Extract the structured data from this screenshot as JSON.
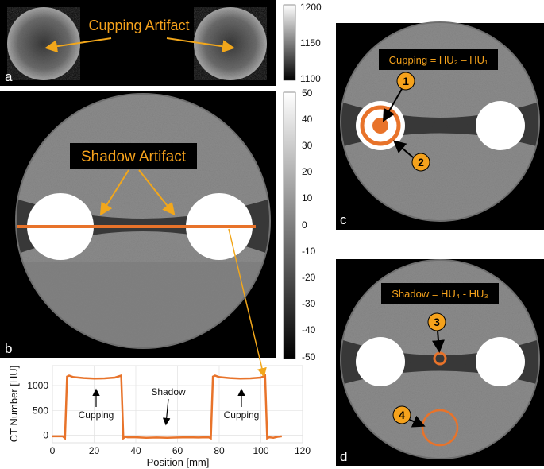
{
  "panels": {
    "a": {
      "letter": "a",
      "annotation": "Cupping Artifact",
      "colorbar_ticks": [
        "1200",
        "1150",
        "1100"
      ]
    },
    "b": {
      "letter": "b",
      "annotation": "Shadow Artifact",
      "colorbar_ticks": [
        "50",
        "40",
        "30",
        "20",
        "10",
        "0",
        "-10",
        "-20",
        "-30",
        "-40",
        "-50"
      ]
    },
    "c": {
      "letter": "c",
      "formula": "Cupping = HU₂ – HU₁",
      "badges": [
        "1",
        "2"
      ]
    },
    "d": {
      "letter": "d",
      "formula": "Shadow = HU₄ - HU₃",
      "badges": [
        "3",
        "4"
      ]
    }
  },
  "colors": {
    "accent_orange": "#e8732a",
    "arrow_gold": "#f2a71b",
    "badge_fill": "#f5a21c",
    "background_black": "#000000"
  },
  "chart_data": {
    "type": "line",
    "xlabel": "Position [mm]",
    "ylabel": "CT Number [HU]",
    "xlim": [
      0,
      120
    ],
    "ylim": [
      -150,
      1400
    ],
    "xticks": [
      0,
      20,
      40,
      60,
      80,
      100,
      120
    ],
    "yticks": [
      0,
      500,
      1000
    ],
    "grid": true,
    "annotations": [
      "Cupping",
      "Shadow",
      "Cupping"
    ],
    "series": [
      {
        "x": [
          0,
          5,
          6,
          7,
          8,
          10,
          15,
          20,
          25,
          30,
          33,
          34,
          35,
          36,
          40,
          45,
          50,
          55,
          60,
          65,
          70,
          75,
          76,
          77,
          78,
          80,
          85,
          90,
          95,
          100,
          102,
          103,
          104,
          106,
          108,
          110
        ],
        "values": [
          -20,
          -20,
          -60,
          1180,
          1200,
          1170,
          1150,
          1140,
          1145,
          1160,
          1200,
          -60,
          -30,
          -40,
          -40,
          -50,
          -45,
          -50,
          -45,
          -40,
          -45,
          -40,
          -60,
          1180,
          1200,
          1170,
          1150,
          1140,
          1145,
          1160,
          1200,
          -60,
          -40,
          -50,
          -30,
          -20
        ]
      }
    ]
  }
}
